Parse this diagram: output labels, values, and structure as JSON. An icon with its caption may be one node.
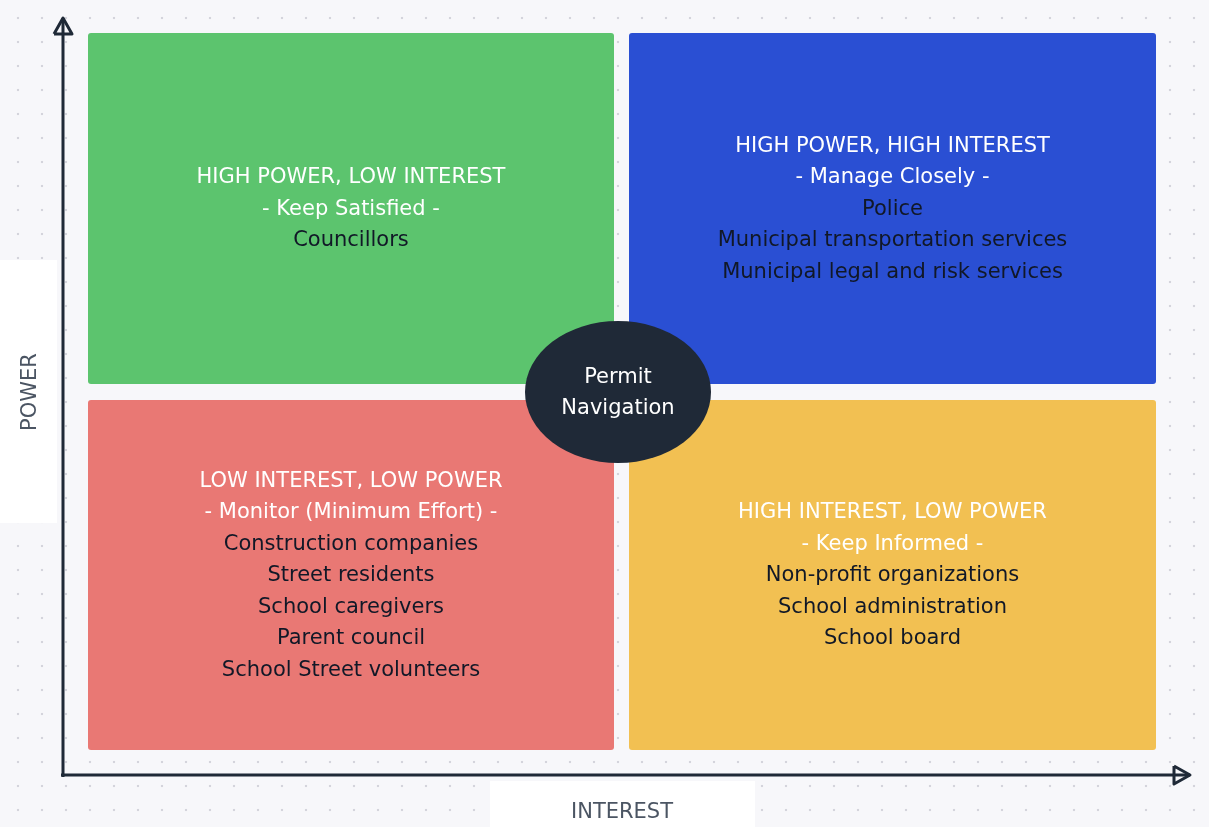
{
  "diagram": {
    "nodes": [
      {
        "text": [
          "HIGH POWER, LOW INTEREST",
          "- Keep Satisfied -",
          "Councillors"
        ]
      },
      {
        "text": [
          "HIGH POWER, HIGH INTEREST",
          "- Manage Closely -",
          "Police",
          "Municipal transportation services",
          "Municipal legal and risk services"
        ]
      },
      {
        "text": [
          "Permit Navigation"
        ]
      },
      {
        "text": [
          "LOW INTEREST, LOW POWER",
          "- Monitor (Minimum Effort) -",
          "Construction companies",
          "Street residents",
          "School caregivers",
          "Parent council",
          "School Street volunteers"
        ]
      },
      {
        "text": [
          "HIGH INTEREST, LOW POWER",
          "- Keep Informed -",
          "Non-profit organizations",
          "School administration",
          "School board"
        ]
      }
    ],
    "labels": [
      "POWER",
      "INTEREST"
    ]
  }
}
